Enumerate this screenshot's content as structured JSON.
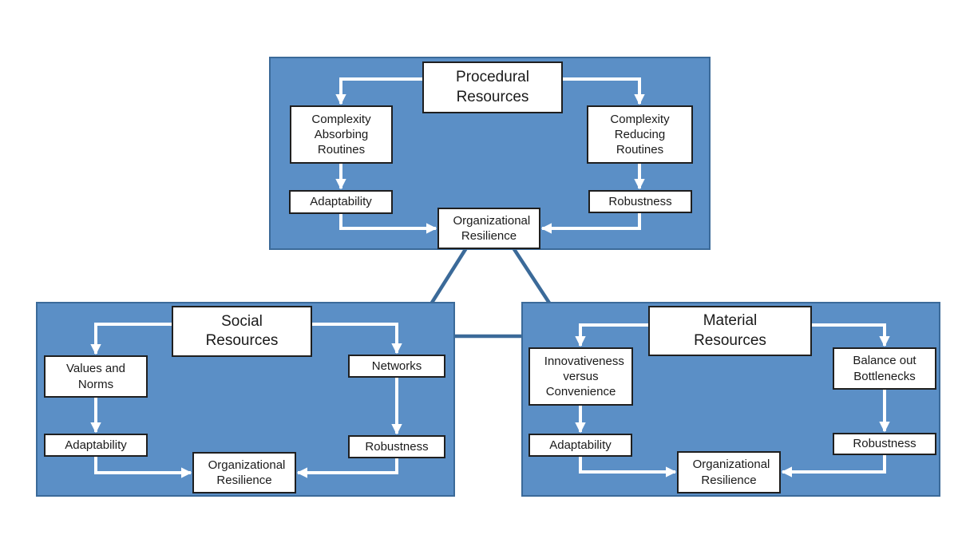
{
  "colors": {
    "panel_fill": "#5B8FC6",
    "panel_border": "#3B6A99",
    "connector_line": "#3B6A99",
    "node_fill": "#FFFFFF",
    "node_border": "#1F1F1F",
    "arrow": "#FFFFFF",
    "text": "#1A1A1A"
  },
  "panels": {
    "procedural": {
      "title": "Procedural Resources",
      "left_top": "Complexity Absorbing Routines",
      "left_bottom": "Adaptability",
      "right_top": "Complexity Reducing Routines",
      "right_bottom": "Robustness",
      "outcome": "Organizational Resilience"
    },
    "social": {
      "title": "Social Resources",
      "left_top": "Values and Norms",
      "left_bottom": "Adaptability",
      "right_top": "Networks",
      "right_bottom": "Robustness",
      "outcome": "Organizational Resilience"
    },
    "material": {
      "title": "Material Resources",
      "left_top": "Innovativeness versus Convenience",
      "left_bottom": "Adaptability",
      "right_top": "Balance out Bottlenecks",
      "right_bottom": "Robustness",
      "outcome": "Organizational Resilience"
    }
  }
}
